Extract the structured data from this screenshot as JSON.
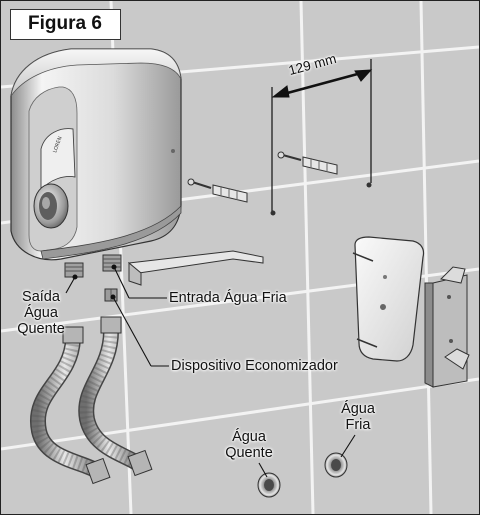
{
  "figure_title": "Figura 6",
  "dimension_label": "129 mm",
  "labels": {
    "saida_line1": "Saída",
    "saida_line2": "Água",
    "saida_line3": "Quente",
    "entrada_agua_fria": "Entrada Água Fria",
    "dispositivo_economizador": "Dispositivo Economizador",
    "wall_agua_quente_line1": "Água",
    "wall_agua_quente_line2": "Quente",
    "wall_agua_fria_line1": "Água",
    "wall_agua_fria_line2": "Fria"
  },
  "colors": {
    "tile": "#c9c9c9",
    "grout": "#f2f2f2",
    "outline": "#222222",
    "heater_body": "#e4e4e4"
  }
}
